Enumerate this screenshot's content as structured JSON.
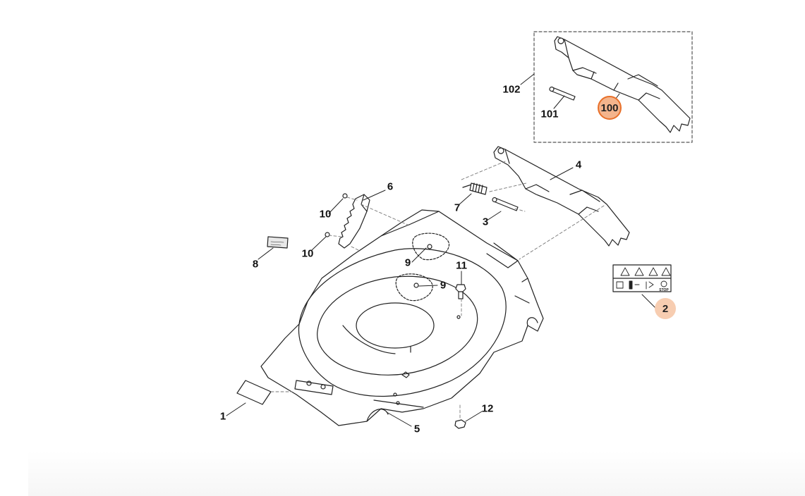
{
  "diagram": {
    "callouts": [
      {
        "id": "1",
        "label": "1"
      },
      {
        "id": "3",
        "label": "3"
      },
      {
        "id": "4",
        "label": "4"
      },
      {
        "id": "5",
        "label": "5"
      },
      {
        "id": "6",
        "label": "6"
      },
      {
        "id": "7",
        "label": "7"
      },
      {
        "id": "8",
        "label": "8"
      },
      {
        "id": "9a",
        "label": "9"
      },
      {
        "id": "9b",
        "label": "9"
      },
      {
        "id": "10a",
        "label": "10"
      },
      {
        "id": "10b",
        "label": "10"
      },
      {
        "id": "11",
        "label": "11"
      },
      {
        "id": "12",
        "label": "12"
      },
      {
        "id": "101",
        "label": "101"
      },
      {
        "id": "102",
        "label": "102"
      }
    ],
    "highlighted": [
      {
        "id": "100",
        "label": "100",
        "style": "selected"
      },
      {
        "id": "2",
        "label": "2",
        "style": "hover"
      }
    ],
    "warning_label": {
      "stop_text": "STOP"
    },
    "colors": {
      "line": "#222222",
      "dash": "#777777",
      "highlight_fill": "#f4b48c",
      "highlight_ring": "#e8702a",
      "highlight_soft": "#f7cdb1"
    }
  }
}
